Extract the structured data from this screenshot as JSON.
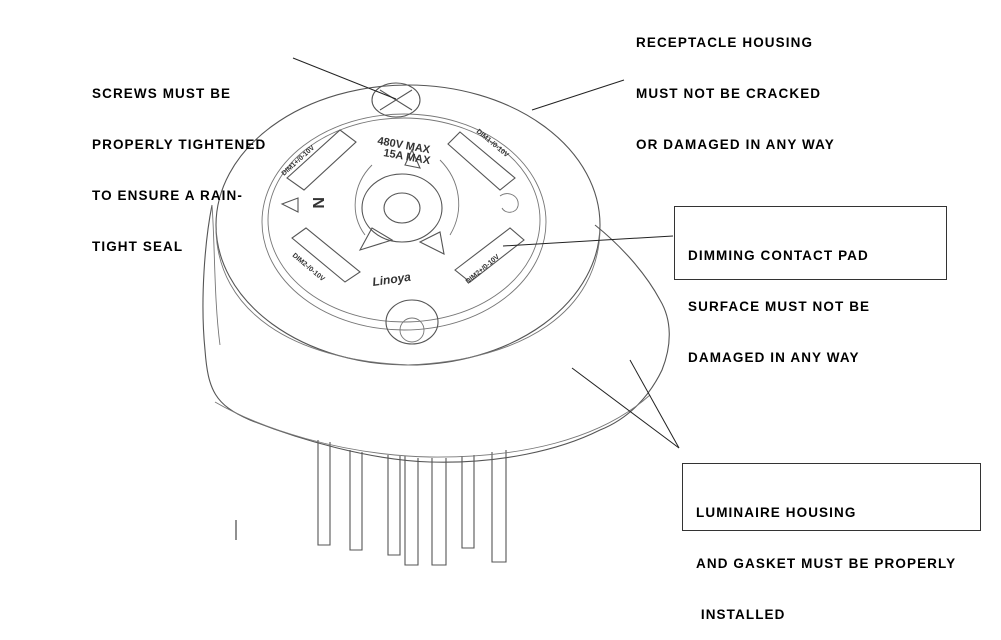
{
  "callouts": {
    "receptacle_housing": [
      "RECEPTACLE HOUSING",
      "MUST NOT BE CRACKED",
      "OR DAMAGED IN ANY WAY"
    ],
    "screws": [
      "SCREWS MUST BE",
      "PROPERLY TIGHTENED",
      "TO ENSURE A RAIN-",
      "TIGHT SEAL"
    ],
    "dimming_pad": [
      "DIMMING CONTACT PAD",
      "SURFACE MUST NOT BE",
      "DAMAGED IN ANY WAY"
    ],
    "luminaire_housing": [
      "LUMINAIRE HOUSING",
      "AND GASKET MUST BE PROPERLY",
      " INSTALLED"
    ]
  },
  "receptacle_face": {
    "rating_voltage": "480V  MAX",
    "rating_current": "15A  MAX",
    "brand": "Linoya",
    "neutral_mark": "N",
    "pad_labels": [
      "DIM1+/0-10V",
      "DIM1-/0-10V",
      "DIM2-/0-10V",
      "DIM2+/0-10V"
    ]
  }
}
